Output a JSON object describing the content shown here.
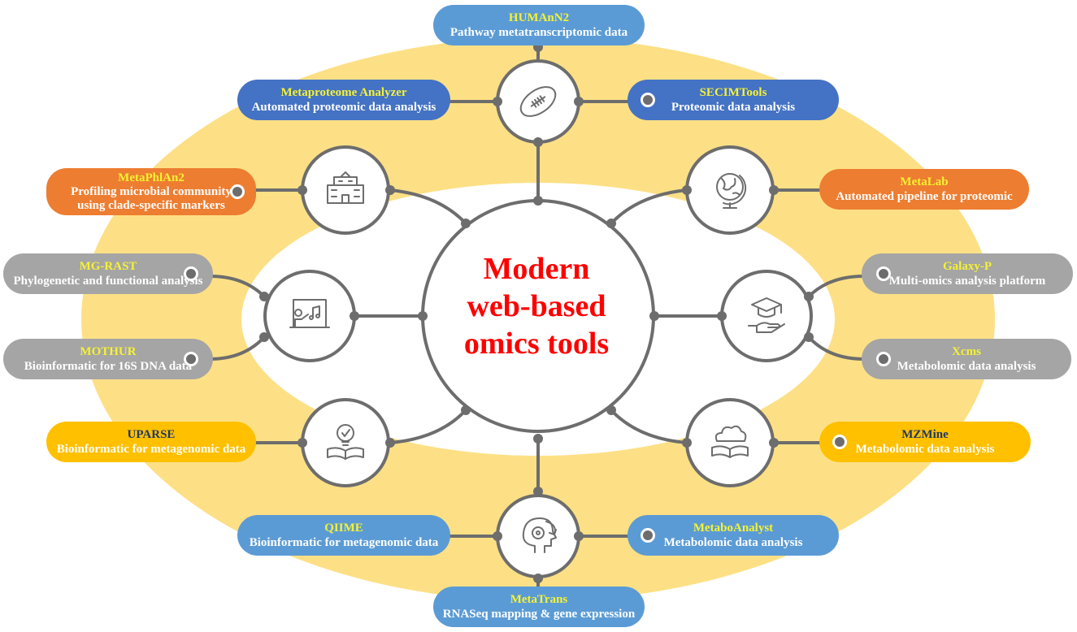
{
  "center": {
    "lines": [
      "Modern",
      "web-based",
      "omics tools"
    ]
  },
  "colors": {
    "ring": "#fde085",
    "line": "#6d6d6d",
    "title": "#ff0000",
    "tool_name": "#f5f233"
  },
  "tools": [
    {
      "id": "humann2",
      "name": "HUMAnN2",
      "lines": [
        "Pathway metatranscriptomic data"
      ],
      "color": "light-blue"
    },
    {
      "id": "metaproteome",
      "name": "Metaproteome Analyzer",
      "lines": [
        "Automated proteomic data analysis"
      ],
      "color": "dark-blue"
    },
    {
      "id": "secimtools",
      "name": "SECIMTools",
      "lines": [
        "Proteomic data analysis"
      ],
      "color": "dark-blue"
    },
    {
      "id": "metaphlan2",
      "name": "MetaPhlAn2",
      "lines": [
        "Profiling microbial community",
        "using clade-specific markers"
      ],
      "color": "orange"
    },
    {
      "id": "metalab",
      "name": "MetaLab",
      "lines": [
        "Automated pipeline for proteomic"
      ],
      "color": "orange"
    },
    {
      "id": "mgrast",
      "name": "MG-RAST",
      "lines": [
        "Phylogenetic and functional analysis"
      ],
      "color": "gray"
    },
    {
      "id": "galaxyp",
      "name": "Galaxy-P",
      "lines": [
        "Multi-omics analysis platform"
      ],
      "color": "gray"
    },
    {
      "id": "mothur",
      "name": "MOTHUR",
      "lines": [
        "Bioinformatic for 16S DNA data"
      ],
      "color": "gray"
    },
    {
      "id": "xcms",
      "name": "Xcms",
      "lines": [
        "Metabolomic data analysis"
      ],
      "color": "gray"
    },
    {
      "id": "uparse",
      "name": "UPARSE",
      "lines": [
        "Bioinformatic for metagenomic data"
      ],
      "color": "gold"
    },
    {
      "id": "mzmine",
      "name": "MZMine",
      "lines": [
        "Metabolomic data analysis"
      ],
      "color": "gold"
    },
    {
      "id": "qiime",
      "name": "QIIME",
      "lines": [
        "Bioinformatic for metagenomic data"
      ],
      "color": "light-blue"
    },
    {
      "id": "metaboanalyst",
      "name": "MetaboAnalyst",
      "lines": [
        "Metabolomic data analysis"
      ],
      "color": "light-blue"
    },
    {
      "id": "metatrans",
      "name": "MetaTrans",
      "lines": [
        "RNASeq mapping & gene expression"
      ],
      "color": "light-blue"
    }
  ],
  "hubs": [
    {
      "id": "football",
      "icon": "football-icon"
    },
    {
      "id": "building",
      "icon": "building-icon"
    },
    {
      "id": "globe",
      "icon": "globe-icon"
    },
    {
      "id": "teacher",
      "icon": "teacher-board-icon"
    },
    {
      "id": "graduation",
      "icon": "graduation-hand-icon"
    },
    {
      "id": "idea",
      "icon": "lightbulb-book-icon"
    },
    {
      "id": "cloud",
      "icon": "cloud-book-icon"
    },
    {
      "id": "head",
      "icon": "head-gear-icon"
    }
  ]
}
